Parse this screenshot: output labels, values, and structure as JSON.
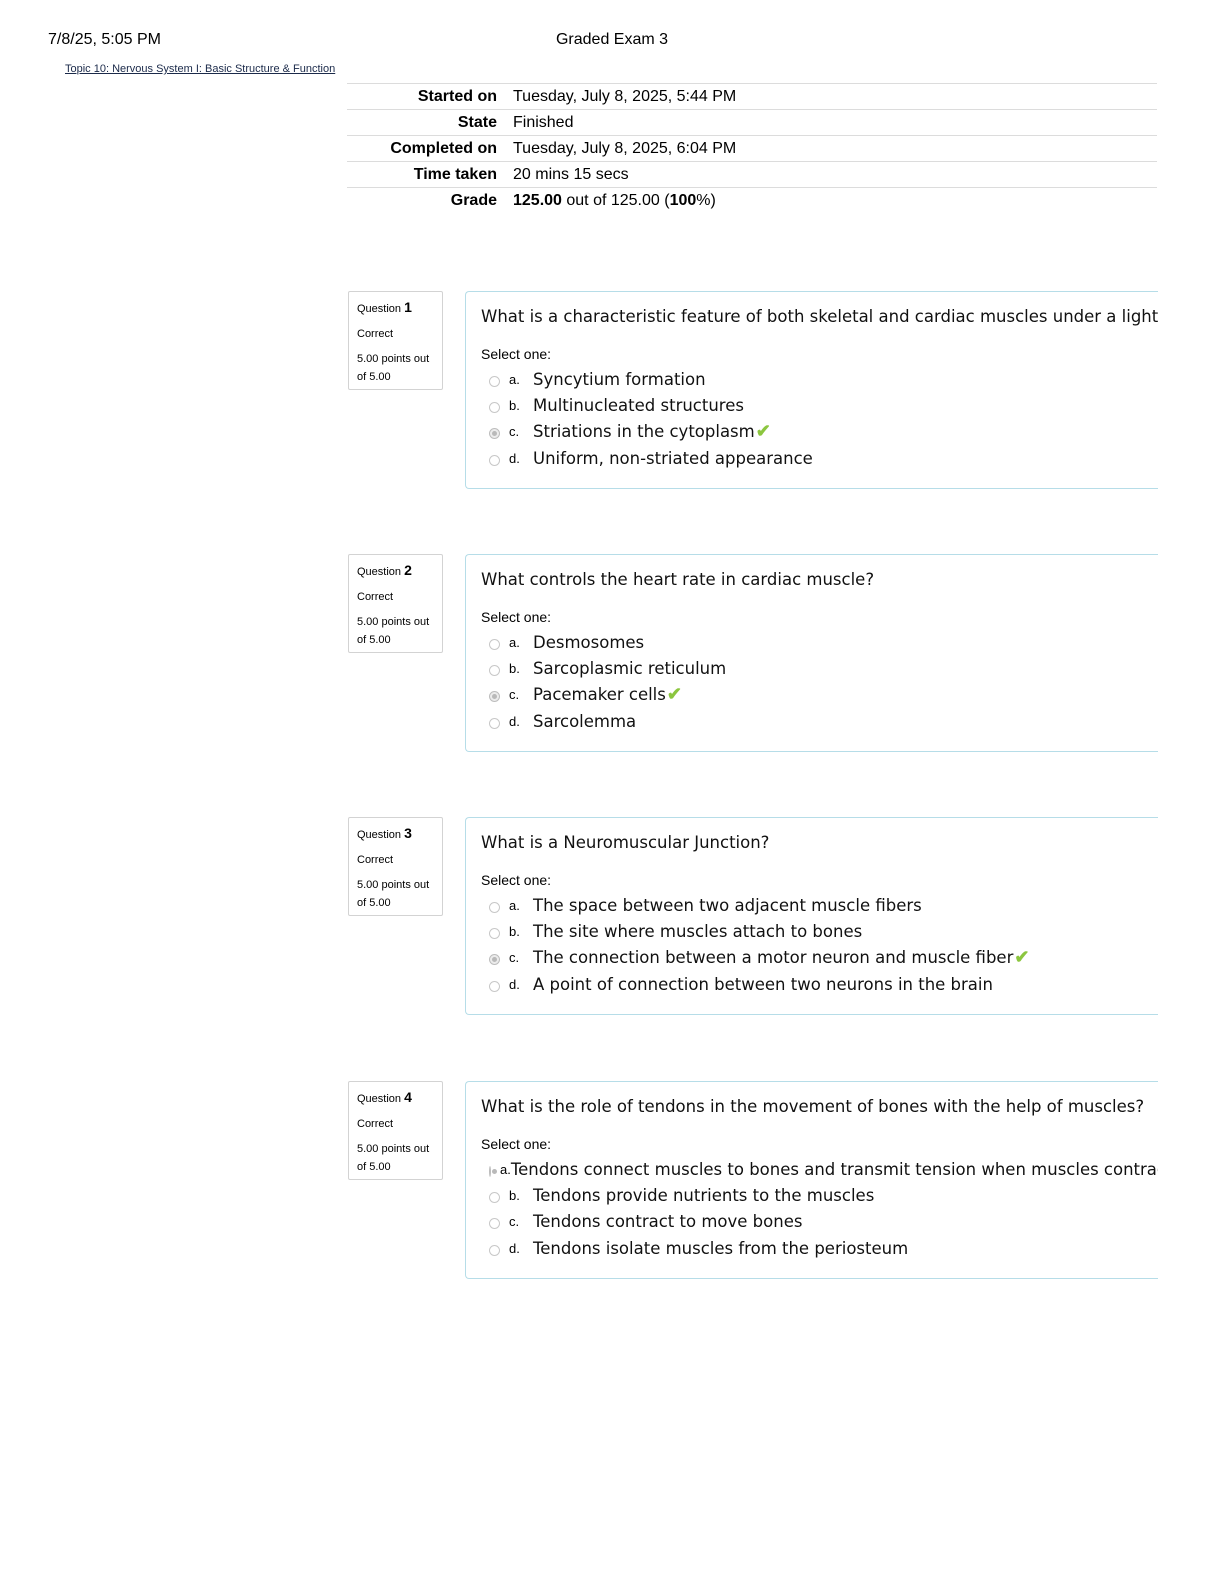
{
  "header": {
    "date": "7/8/25, 5:05 PM",
    "title": "Graded Exam 3"
  },
  "breadcrumb": "Topic 10: Nervous System I: Basic Structure & Function",
  "summary": {
    "started_label": "Started on",
    "started_value": "Tuesday, July 8, 2025, 5:44 PM",
    "state_label": "State",
    "state_value": "Finished",
    "completed_label": "Completed on",
    "completed_value": "Tuesday, July 8, 2025, 6:04 PM",
    "time_label": "Time taken",
    "time_value": "20 mins 15 secs",
    "grade_label": "Grade",
    "grade_points": "125.00",
    "grade_mid": " out of 125.00 (",
    "grade_percent": "100",
    "grade_end": "%)"
  },
  "check_icon": "checkmark-icon",
  "check_color": "#8cc63f",
  "questions": [
    {
      "label": "Question",
      "number": "1",
      "status": "Correct",
      "points_line1": "5.00 points out",
      "points_line2": "of 5.00",
      "text": "What is a characteristic feature of both skeletal and cardiac muscles under a light microscope?",
      "prompt": "Select one:",
      "answers": [
        {
          "letter": "a.",
          "text": "Syncytium formation",
          "selected": false,
          "correct": false
        },
        {
          "letter": "b.",
          "text": "Multinucleated structures",
          "selected": false,
          "correct": false
        },
        {
          "letter": "c.",
          "text": "Striations in the cytoplasm",
          "selected": true,
          "correct": true
        },
        {
          "letter": "d.",
          "text": "Uniform, non-striated appearance",
          "selected": false,
          "correct": false
        }
      ]
    },
    {
      "label": "Question",
      "number": "2",
      "status": "Correct",
      "points_line1": "5.00 points out",
      "points_line2": "of 5.00",
      "text": "What controls the heart rate in cardiac muscle?",
      "prompt": "Select one:",
      "answers": [
        {
          "letter": "a.",
          "text": "Desmosomes",
          "selected": false,
          "correct": false
        },
        {
          "letter": "b.",
          "text": "Sarcoplasmic reticulum",
          "selected": false,
          "correct": false
        },
        {
          "letter": "c.",
          "text": "Pacemaker cells",
          "selected": true,
          "correct": true
        },
        {
          "letter": "d.",
          "text": "Sarcolemma",
          "selected": false,
          "correct": false
        }
      ]
    },
    {
      "label": "Question",
      "number": "3",
      "status": "Correct",
      "points_line1": "5.00 points out",
      "points_line2": "of 5.00",
      "text": "What is a Neuromuscular Junction?",
      "prompt": "Select one:",
      "answers": [
        {
          "letter": "a.",
          "text": "The space between two adjacent muscle fibers",
          "selected": false,
          "correct": false
        },
        {
          "letter": "b.",
          "text": "The site where muscles attach to bones",
          "selected": false,
          "correct": false
        },
        {
          "letter": "c.",
          "text": "The connection between a motor neuron and muscle fiber",
          "selected": true,
          "correct": true
        },
        {
          "letter": "d.",
          "text": "A point of connection between two neurons in the brain",
          "selected": false,
          "correct": false
        }
      ]
    },
    {
      "label": "Question",
      "number": "4",
      "status": "Correct",
      "points_line1": "5.00 points out",
      "points_line2": "of 5.00",
      "text": "What is the role of tendons in the movement of bones with the help of muscles?",
      "prompt": "Select one:",
      "answers": [
        {
          "letter": "a.",
          "text": "Tendons connect muscles to bones and transmit tension when muscles contract",
          "selected": true,
          "correct": false
        },
        {
          "letter": "b.",
          "text": "Tendons provide nutrients to the muscles",
          "selected": false,
          "correct": false
        },
        {
          "letter": "c.",
          "text": "Tendons contract to move bones",
          "selected": false,
          "correct": false
        },
        {
          "letter": "d.",
          "text": "Tendons isolate muscles from the periosteum",
          "selected": false,
          "correct": false
        }
      ]
    }
  ]
}
